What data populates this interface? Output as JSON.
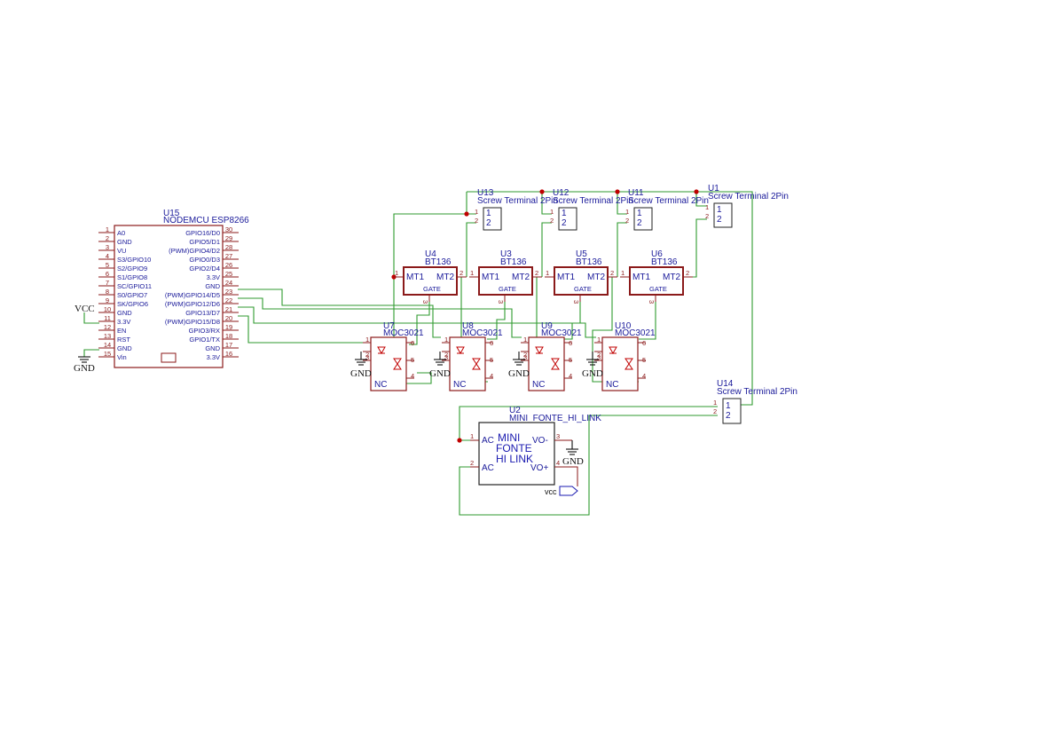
{
  "colors": {
    "wire": "#2f9a2f",
    "part": "#8b1a1a",
    "text": "#1a1a9a",
    "junction": "#c00000"
  },
  "mcu": {
    "ref": "U15",
    "value": "NODEMCU ESP8266",
    "left_pins": [
      {
        "num": "1",
        "label": "A0"
      },
      {
        "num": "2",
        "label": "GND"
      },
      {
        "num": "3",
        "label": "VU"
      },
      {
        "num": "4",
        "label": "S3/GPIO10"
      },
      {
        "num": "5",
        "label": "S2/GPIO9"
      },
      {
        "num": "6",
        "label": "S1/GPIO8"
      },
      {
        "num": "7",
        "label": "SC/GPIO11"
      },
      {
        "num": "8",
        "label": "S0/GPIO7"
      },
      {
        "num": "9",
        "label": "SK/GPIO6"
      },
      {
        "num": "10",
        "label": "GND"
      },
      {
        "num": "11",
        "label": "3.3V"
      },
      {
        "num": "12",
        "label": "EN"
      },
      {
        "num": "13",
        "label": "RST"
      },
      {
        "num": "14",
        "label": "GND"
      },
      {
        "num": "15",
        "label": "Vin"
      }
    ],
    "right_pins": [
      {
        "num": "30",
        "label": "GPIO16/D0"
      },
      {
        "num": "29",
        "label": "GPIO5/D1"
      },
      {
        "num": "28",
        "label": "(PWM)GPIO4/D2"
      },
      {
        "num": "27",
        "label": "GPIO0/D3"
      },
      {
        "num": "26",
        "label": "GPIO2/D4"
      },
      {
        "num": "25",
        "label": "3.3V"
      },
      {
        "num": "24",
        "label": "GND"
      },
      {
        "num": "23",
        "label": "(PWM)GPIO14/D5"
      },
      {
        "num": "22",
        "label": "(PWM)GPIO12/D6"
      },
      {
        "num": "21",
        "label": "GPIO13/D7"
      },
      {
        "num": "20",
        "label": "(PWM)GPIO15/D8"
      },
      {
        "num": "19",
        "label": "GPIO3/RX"
      },
      {
        "num": "18",
        "label": "GPIO1/TX"
      },
      {
        "num": "17",
        "label": "GND"
      },
      {
        "num": "16",
        "label": "3.3V"
      }
    ]
  },
  "power_labels": {
    "vcc": "VCC",
    "gnd": "GND",
    "vcc_flag": "vcc"
  },
  "triacs": [
    {
      "ref": "U4",
      "value": "BT136",
      "mt1": "MT1",
      "mt2": "MT2",
      "gate": "GATE",
      "p1": "1",
      "p2": "2",
      "p3": "3"
    },
    {
      "ref": "U3",
      "value": "BT136",
      "mt1": "MT1",
      "mt2": "MT2",
      "gate": "GATE",
      "p1": "1",
      "p2": "2",
      "p3": "3"
    },
    {
      "ref": "U5",
      "value": "BT136",
      "mt1": "MT1",
      "mt2": "MT2",
      "gate": "GATE",
      "p1": "1",
      "p2": "2",
      "p3": "3"
    },
    {
      "ref": "U6",
      "value": "BT136",
      "mt1": "MT1",
      "mt2": "MT2",
      "gate": "GATE",
      "p1": "1",
      "p2": "2",
      "p3": "3"
    }
  ],
  "optos": [
    {
      "ref": "U7",
      "value": "MOC3021",
      "nc": "NC",
      "pins": [
        "1",
        "2",
        "3",
        "4",
        "5",
        "6"
      ]
    },
    {
      "ref": "U8",
      "value": "MOC3021",
      "nc": "NC",
      "pins": [
        "1",
        "2",
        "3",
        "4",
        "5",
        "6"
      ]
    },
    {
      "ref": "U9",
      "value": "MOC3021",
      "nc": "NC",
      "pins": [
        "1",
        "2",
        "3",
        "4",
        "5",
        "6"
      ]
    },
    {
      "ref": "U10",
      "value": "MOC3021",
      "nc": "NC",
      "pins": [
        "1",
        "2",
        "3",
        "4",
        "5",
        "6"
      ]
    }
  ],
  "terminals": [
    {
      "ref": "U13",
      "value": "Screw Terminal 2Pin",
      "p1": "1",
      "p2": "2"
    },
    {
      "ref": "U12",
      "value": "Screw Terminal 2Pin",
      "p1": "1",
      "p2": "2"
    },
    {
      "ref": "U11",
      "value": "Screw Terminal 2Pin",
      "p1": "1",
      "p2": "2"
    },
    {
      "ref": "U1",
      "value": "Screw Terminal 2Pin",
      "p1": "1",
      "p2": "2"
    },
    {
      "ref": "U14",
      "value": "Screw Terminal 2Pin",
      "p1": "1",
      "p2": "2"
    }
  ],
  "psu": {
    "ref": "U2",
    "value": "MINI_FONTE_HI_LINK",
    "body_lines": [
      "MINI",
      "FONTE",
      "HI LINK"
    ],
    "ac1": "AC",
    "ac2": "AC",
    "vo_minus": "VO-",
    "vo_plus": "VO+",
    "p1": "1",
    "p2": "2",
    "p3": "3",
    "p4": "4"
  }
}
